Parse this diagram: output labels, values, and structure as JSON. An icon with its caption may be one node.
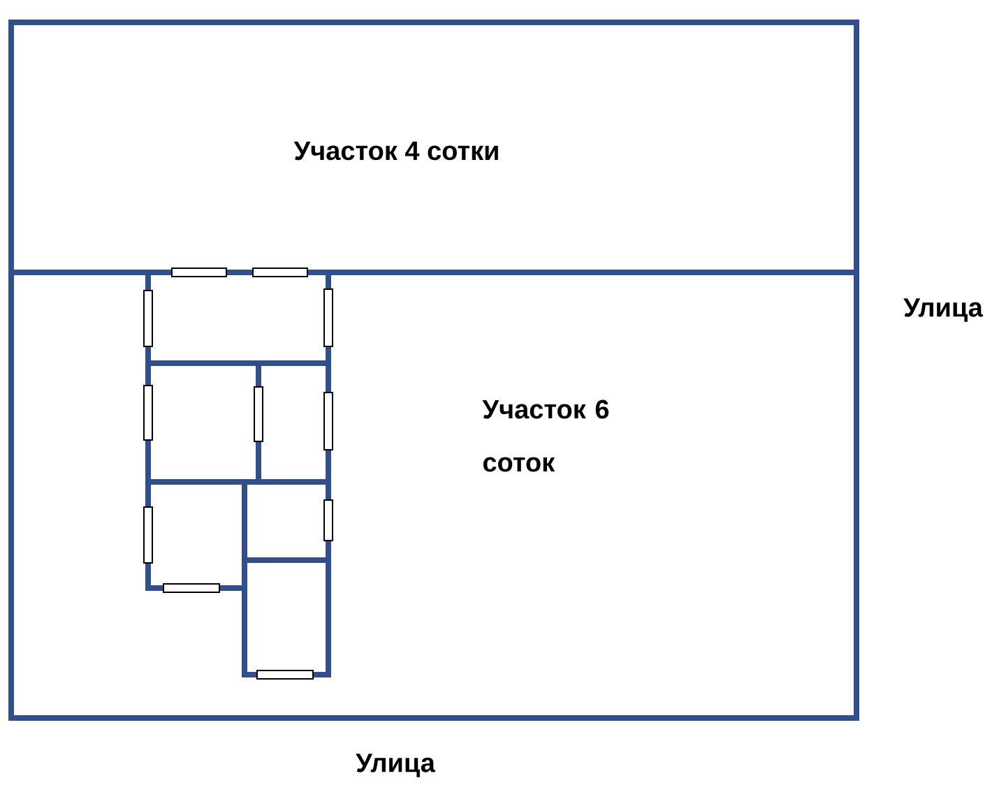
{
  "diagram": {
    "nodes": [
      {
        "text": [
          "Участок 4 сотки"
        ]
      },
      {
        "text": [
          "Участок 6 соток"
        ]
      }
    ],
    "labels": [
      "Улица",
      "Улица"
    ]
  }
}
